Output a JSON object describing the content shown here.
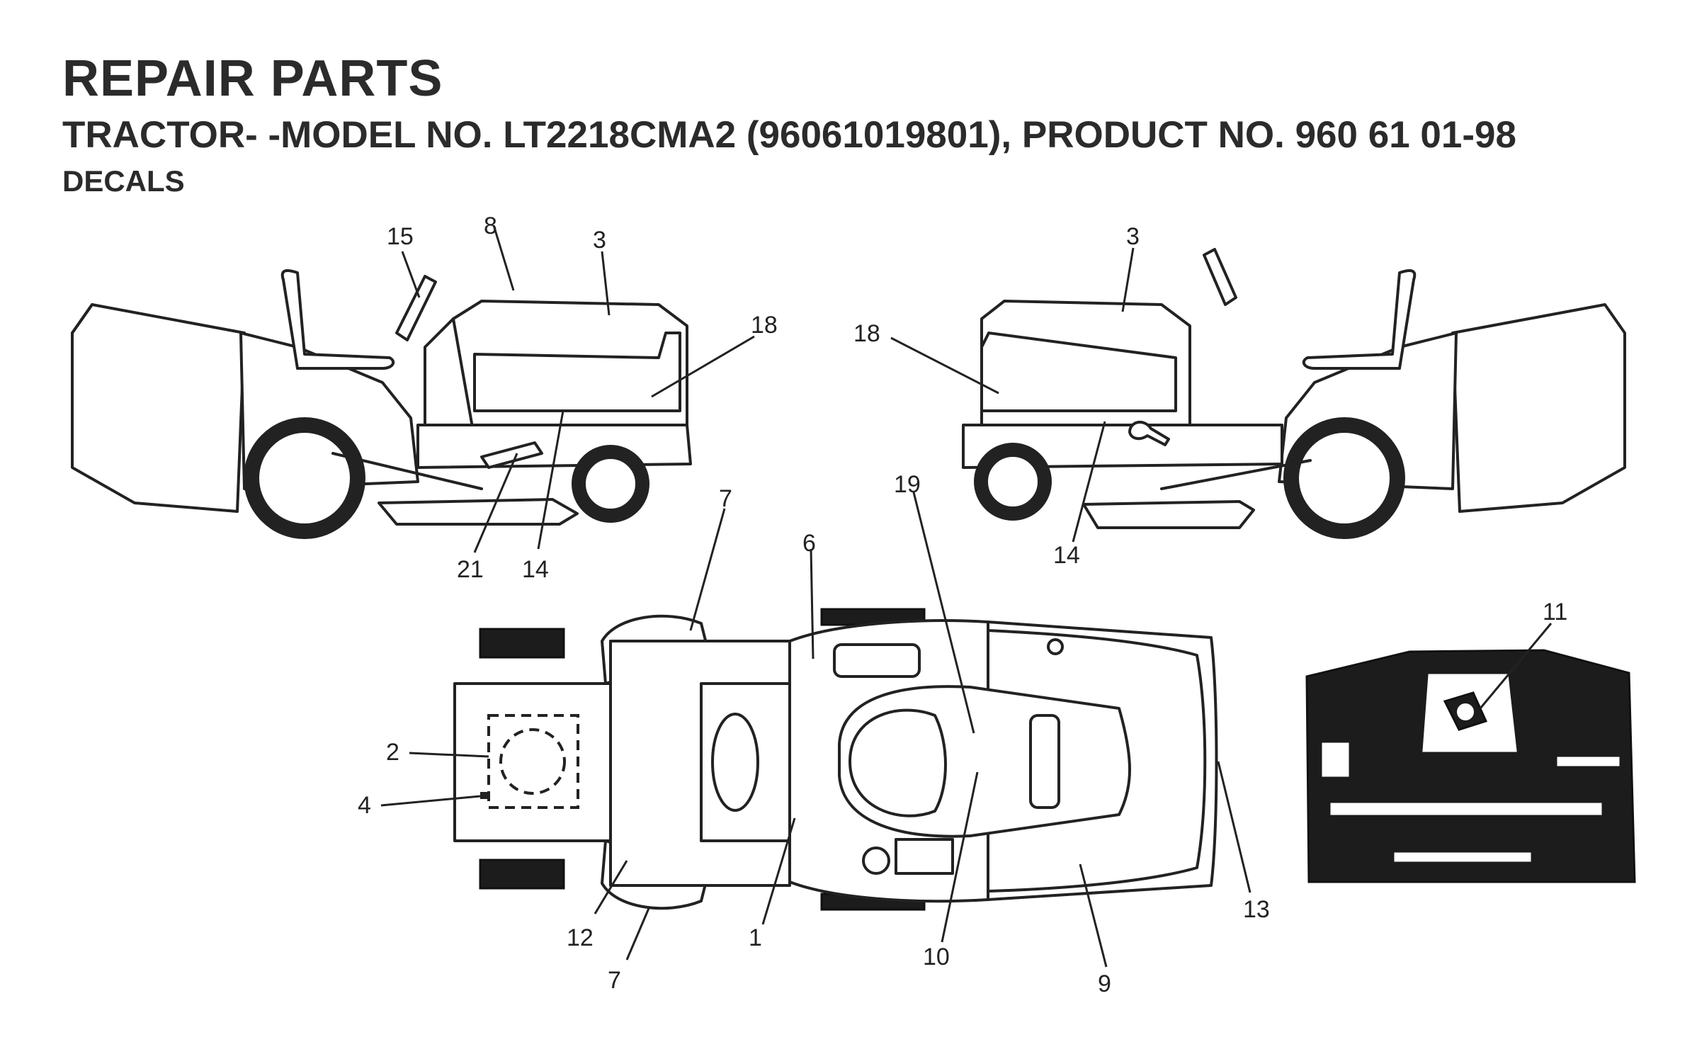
{
  "header": {
    "title": "REPAIR PARTS",
    "subtitle": "TRACTOR- -MODEL NO. LT2218CMA2 (96061019801), PRODUCT NO. 960 61 01-98",
    "section": "DECALS"
  },
  "callouts": [
    {
      "id": "c15-left",
      "text": "15"
    },
    {
      "id": "c8-left",
      "text": "8"
    },
    {
      "id": "c3-left",
      "text": "3"
    },
    {
      "id": "c18-left",
      "text": "18"
    },
    {
      "id": "c21-left",
      "text": "21"
    },
    {
      "id": "c14-left",
      "text": "14"
    },
    {
      "id": "c3-right",
      "text": "3"
    },
    {
      "id": "c18-right",
      "text": "18"
    },
    {
      "id": "c14-right",
      "text": "14"
    },
    {
      "id": "c7-top",
      "text": "7"
    },
    {
      "id": "c6",
      "text": "6"
    },
    {
      "id": "c19",
      "text": "19"
    },
    {
      "id": "c2",
      "text": "2"
    },
    {
      "id": "c4",
      "text": "4"
    },
    {
      "id": "c12",
      "text": "12"
    },
    {
      "id": "c7-bottom",
      "text": "7"
    },
    {
      "id": "c1",
      "text": "1"
    },
    {
      "id": "c10",
      "text": "10"
    },
    {
      "id": "c9",
      "text": "9"
    },
    {
      "id": "c13",
      "text": "13"
    },
    {
      "id": "c11",
      "text": "11"
    }
  ],
  "colors": {
    "ink": "#222222",
    "panel": "#1c1c1c",
    "paper": "#ffffff"
  }
}
